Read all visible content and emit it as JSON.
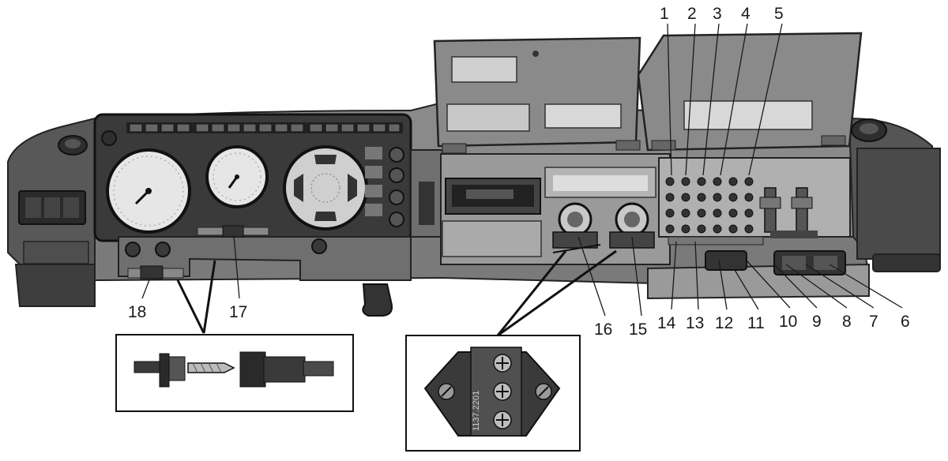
{
  "callouts": {
    "c1": "1",
    "c2": "2",
    "c3": "3",
    "c4": "4",
    "c5": "5",
    "c6": "6",
    "c7": "7",
    "c8": "8",
    "c9": "9",
    "c10": "10",
    "c11": "11",
    "c12": "12",
    "c13": "13",
    "c14": "14",
    "c15": "15",
    "c16": "16",
    "c17": "17",
    "c18": "18"
  },
  "inset_relay": {
    "label": "1137.2201"
  },
  "colors": {
    "panel_dark": "#4a4a4a",
    "panel_mid": "#6b6b6b",
    "panel_light": "#8f8f8f",
    "gauge_face": "#e6e6e6",
    "ink": "#1a1a1a"
  }
}
